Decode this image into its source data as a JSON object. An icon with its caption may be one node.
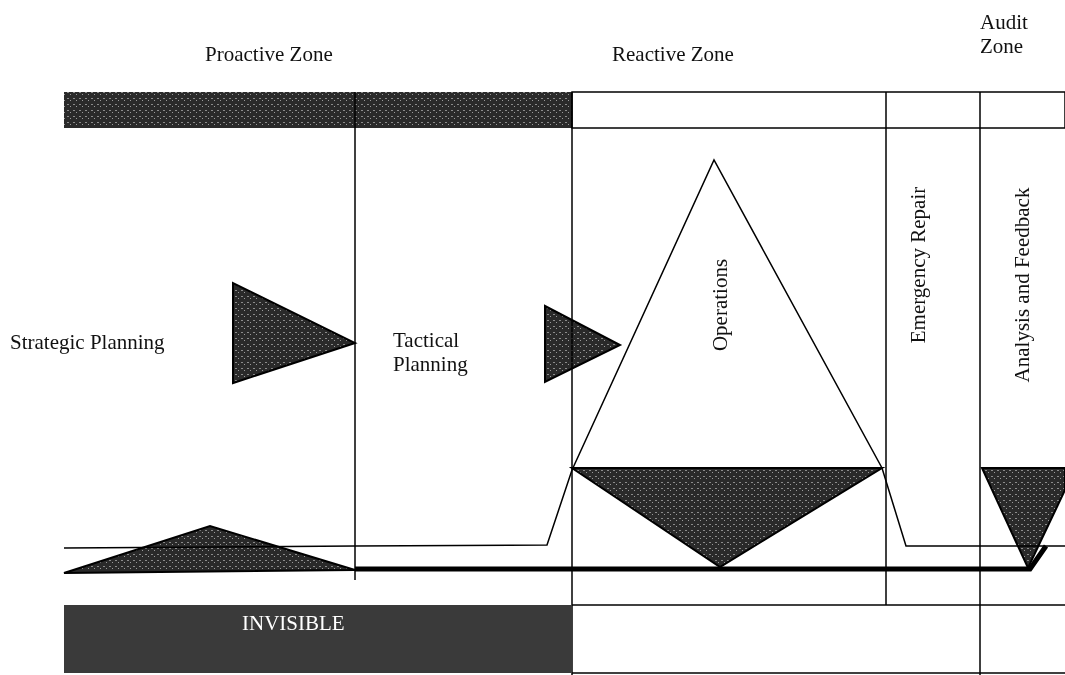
{
  "diagram": {
    "nodes": [
      {
        "text": [
          "INVISIBLE"
        ]
      }
    ],
    "labels": [
      "Proactive Zone",
      "Reactive Zone",
      "Audit Zone",
      "Strategic Planning",
      "Tactical Planning",
      "Operations",
      "Emergency Repair",
      "Analysis and Feedback"
    ]
  }
}
